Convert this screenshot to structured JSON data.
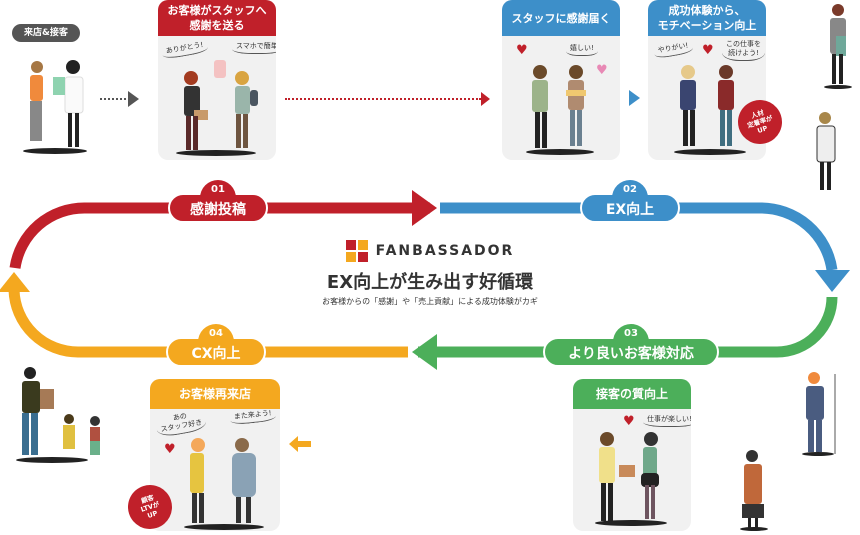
{
  "colors": {
    "red": "#c0202a",
    "blue": "#3d8fc9",
    "green": "#4caf5a",
    "orange": "#f4a81f",
    "gray_tag": "#555555",
    "card_bg": "#f1f1f1"
  },
  "start": {
    "tag": "来店&接客"
  },
  "steps": [
    {
      "num": "01",
      "label": "感謝投稿"
    },
    {
      "num": "02",
      "label": "EX向上"
    },
    {
      "num": "03",
      "label": "より良いお客様対応"
    },
    {
      "num": "04",
      "label": "CX向上"
    }
  ],
  "cards": {
    "thanks": {
      "title": "お客様がスタッフへ\n感謝を送る",
      "bubbles": [
        "ありがとう!",
        "スマホで簡単"
      ]
    },
    "delivered": {
      "title": "スタッフに感謝届く",
      "bubbles": [
        "嬉しい!"
      ]
    },
    "motivation": {
      "title": "成功体験から、\nモチベーション向上",
      "bubbles": [
        "やりがい!",
        "この仕事を\n続けよう!"
      ],
      "badge": "人材\n定着率が\nUP"
    },
    "quality": {
      "title": "接客の質向上",
      "bubbles": [
        "仕事が楽しい!"
      ]
    },
    "revisit": {
      "title": "お客様再来店",
      "bubbles": [
        "あの\nスタッフ好き",
        "また来よう!"
      ],
      "badge": "顧客\nLTVが\nUP"
    }
  },
  "center": {
    "brand": "FANBASSADOR",
    "title": "EX向上が生み出す好循環",
    "subtitle": "お客様からの「感謝」や「売上貢献」による成功体験がカギ"
  },
  "icons": {
    "heart": "♥"
  }
}
